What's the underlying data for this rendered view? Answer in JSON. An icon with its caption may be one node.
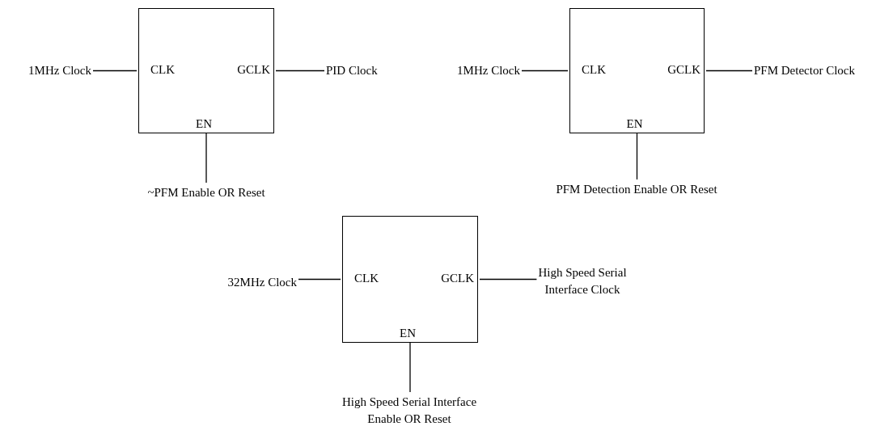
{
  "diagram": {
    "nodes": [
      {
        "text": [
          "CLK",
          "GCLK",
          "EN"
        ]
      },
      {
        "text": [
          "1MHz Clock"
        ]
      },
      {
        "text": [
          "PID Clock"
        ]
      },
      {
        "text": [
          "~PFM Enable OR Reset"
        ]
      },
      {
        "text": [
          "CLK",
          "GCLK",
          "EN"
        ]
      },
      {
        "text": [
          "1MHz Clock"
        ]
      },
      {
        "text": [
          "PFM Detector Clock"
        ]
      },
      {
        "text": [
          "PFM Detection Enable OR Reset"
        ]
      },
      {
        "text": [
          "CLK",
          "GCLK",
          "EN"
        ]
      },
      {
        "text": [
          "32MHz Clock"
        ]
      },
      {
        "text": [
          "High Speed Serial Interface Clock"
        ]
      },
      {
        "text": [
          "High Speed Serial Interface Enable OR Reset"
        ]
      }
    ],
    "edges": [
      {
        "from": 1,
        "to": 0,
        "arrow": "none"
      },
      {
        "from": 0,
        "to": 2,
        "arrow": "none"
      },
      {
        "from": 3,
        "to": 0,
        "arrow": "none"
      },
      {
        "from": 5,
        "to": 4,
        "arrow": "none"
      },
      {
        "from": 4,
        "to": 6,
        "arrow": "none"
      },
      {
        "from": 7,
        "to": 4,
        "arrow": "none"
      },
      {
        "from": 9,
        "to": 8,
        "arrow": "none"
      },
      {
        "from": 8,
        "to": 10,
        "arrow": "none"
      },
      {
        "from": 11,
        "to": 8,
        "arrow": "none"
      }
    ]
  }
}
